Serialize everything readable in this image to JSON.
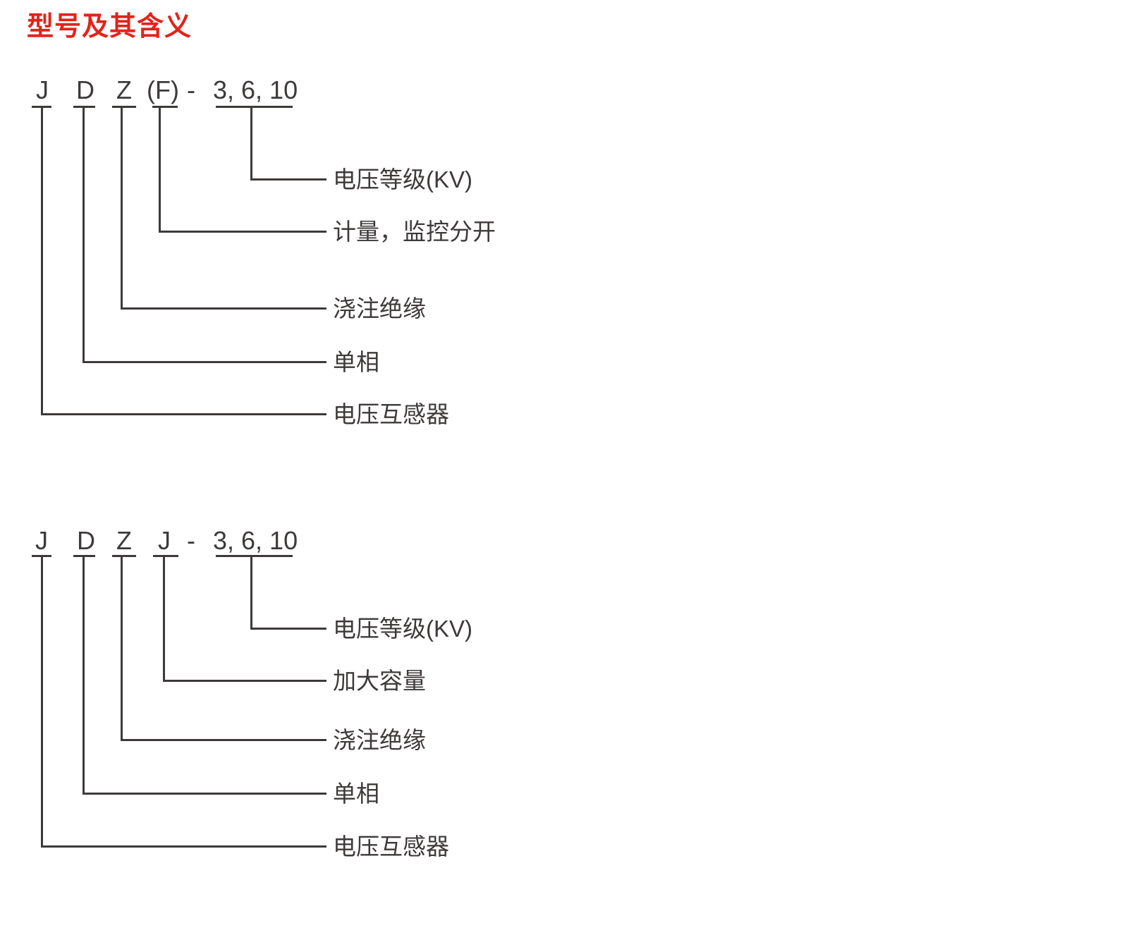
{
  "title": "型号及其含义",
  "colors": {
    "title": "#e2231a",
    "ink": "#3d3a39",
    "background": "#ffffff"
  },
  "diagrams": [
    {
      "code_text": "J D Z (F) - 3, 6, 10",
      "code_parts": [
        "J",
        "D",
        "Z",
        "(F)",
        "-",
        "3, 6, 10"
      ],
      "labels": [
        "电压等级(KV)",
        "计量，监控分开",
        "浇注绝缘",
        "单相",
        "电压互感器"
      ]
    },
    {
      "code_text": "J D Z J - 3, 6, 10",
      "code_parts": [
        "J",
        "D",
        "Z",
        "J",
        "-",
        "3, 6, 10"
      ],
      "labels": [
        "电压等级(KV)",
        "加大容量",
        "浇注绝缘",
        "单相",
        "电压互感器"
      ]
    }
  ]
}
